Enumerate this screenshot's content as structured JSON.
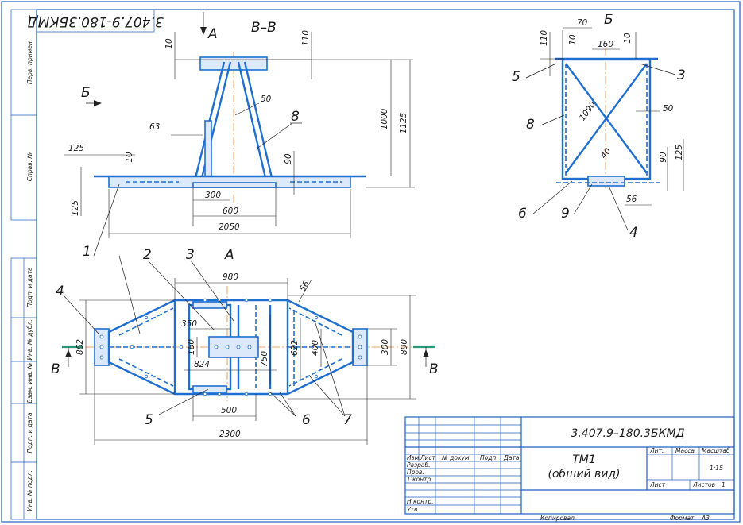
{
  "sheet_code_rotated": "3.407.9-180.3БКМД",
  "views": {
    "section_bb": {
      "title": "В–В",
      "arrow_a": "А",
      "arrow_b": "Б",
      "dims": {
        "d10a": "10",
        "d110": "110",
        "d50": "50",
        "d63": "63",
        "d1000": "1000",
        "d1125": "1125",
        "d125a": "125",
        "d10b": "10",
        "d90": "90",
        "d125b": "125",
        "d300": "300",
        "d600": "600",
        "d2050": "2050"
      },
      "callouts": {
        "c8": "8",
        "c1": "1"
      }
    },
    "view_b": {
      "title": "Б",
      "dims": {
        "d110": "110",
        "d10a": "10",
        "d70": "70",
        "d160": "160",
        "d10b": "10",
        "d1090": "1090",
        "d40": "40",
        "d50": "50",
        "d90": "90",
        "d125": "125",
        "d56": "56"
      },
      "callouts": {
        "c5": "5",
        "c3": "3",
        "c8": "8",
        "c6": "6",
        "c9": "9",
        "c4": "4"
      }
    },
    "view_a": {
      "title": "А",
      "cut_left": "В",
      "cut_right": "В",
      "dims": {
        "d980": "980",
        "d56": "56",
        "d350": "350",
        "d160": "160",
        "d750": "750",
        "d622": "622",
        "d400": "400",
        "d300": "300",
        "d862": "862",
        "d890": "890",
        "d824": "824",
        "d500": "500",
        "d2300": "2300"
      },
      "callouts": {
        "c2": "2",
        "c3": "3",
        "c4": "4",
        "c5": "5",
        "c6": "6",
        "c7": "7"
      }
    }
  },
  "left_strip": {
    "perv_primen": "Перв. примен.",
    "sprav_no": "Справ. №",
    "podp_data_1": "Подп. и дата",
    "inv_dubl": "Инв. № дубл.",
    "vzam_inv": "Взам. инв. №",
    "podp_data_2": "Подп. и дата",
    "inv_podl": "Инв. № подл."
  },
  "title_block": {
    "doc_code": "3.407.9–180.3БКМД",
    "name_line1": "ТМ1",
    "name_line2": "(общий вид)",
    "col_izm": "Изм.",
    "col_list": "Лист",
    "col_doc": "№ докум.",
    "col_podp": "Подп.",
    "col_data": "Дата",
    "row_razrab": "Разраб.",
    "row_prov": "Пров.",
    "row_tkontr": "Т.контр.",
    "row_nkontr": "Н.контр.",
    "row_utv": "Утв.",
    "lit": "Лит.",
    "massa": "Масса",
    "masshtab": "Масштаб",
    "scale_value": "1:15",
    "list_label": "Лист",
    "listov_label": "Листов",
    "listov_value": "1"
  },
  "footer": {
    "kopiroval": "Копировал",
    "format_label": "Формат",
    "format_value": "А3"
  },
  "colors": {
    "line": "#1f6fd0",
    "frame": "#1f5fbf",
    "axis": "#e08a3a",
    "cut": "#2a9a7a"
  }
}
